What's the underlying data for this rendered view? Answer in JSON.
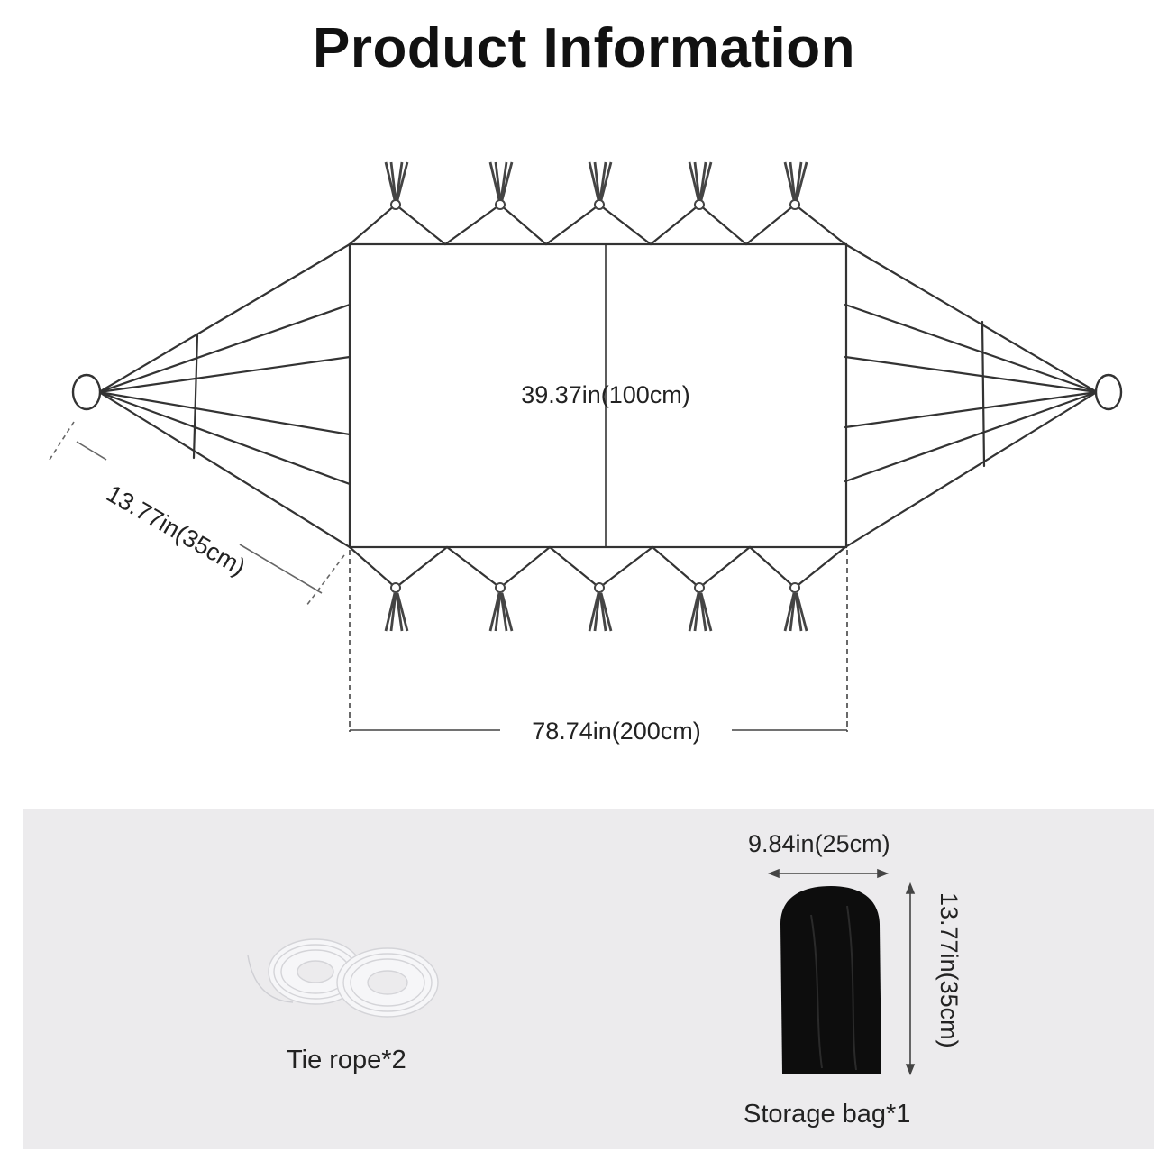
{
  "title": "Product Information",
  "hammock": {
    "width_label": "39.37in(100cm)",
    "length_label": "78.74in(200cm)",
    "rope_label": "13.77in(35cm)"
  },
  "accessories": {
    "tie_rope_label": "Tie rope*2",
    "storage_bag_label": "Storage bag*1",
    "bag_width_label": "9.84in(25cm)",
    "bag_height_label": "13.77in(35cm)"
  },
  "colors": {
    "line": "#333333",
    "panel_background": "#ecebed",
    "bag": "#0d0d0d",
    "rope": "#f4f4f6"
  }
}
